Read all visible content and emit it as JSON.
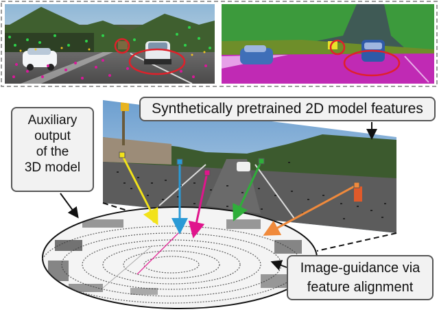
{
  "captions": {
    "pretrained_features": "Synthetically pretrained 2D model features",
    "auxiliary_output": [
      "Auxiliary",
      "output",
      "of the",
      "3D model"
    ],
    "image_guidance": [
      "Image-guidance via",
      "feature alignment"
    ]
  },
  "colors": {
    "dashed_frame": "#999999",
    "highlight_ellipse": "#e0202a",
    "arrow_yellow": "#f2e21a",
    "arrow_blue": "#2a9ad6",
    "arrow_magenta": "#e0158c",
    "arrow_green": "#2fae3a",
    "arrow_orange": "#f08a3c",
    "road_segmentation": "#c02ab4",
    "vegetation_segmentation": "#3c9a3c",
    "sky_segmentation": "#3f5a55"
  },
  "icons": [
    "camera-photo",
    "semantic-segmentation-map",
    "lidar-point-cloud",
    "correspondence-arrow",
    "highlight-ellipse"
  ]
}
